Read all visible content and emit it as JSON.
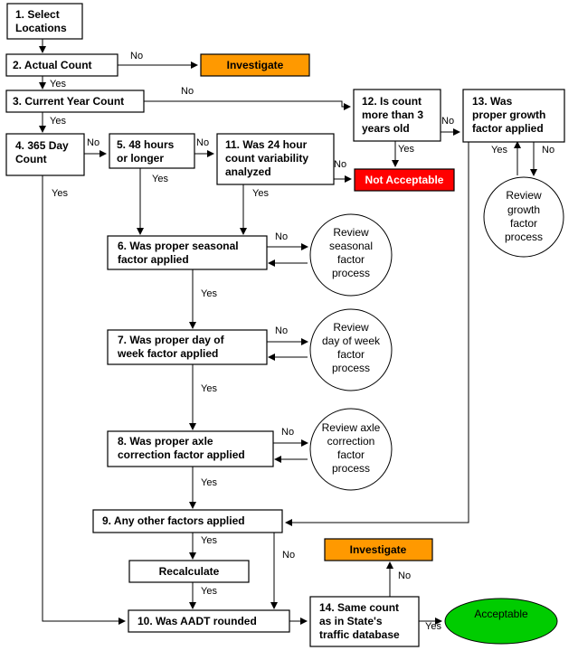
{
  "nodes": {
    "select_locations": [
      "1. Select",
      "Locations"
    ],
    "actual_count": [
      "2. Actual Count"
    ],
    "investigate_1": [
      "Investigate"
    ],
    "current_year": [
      "3. Current Year Count"
    ],
    "more_than_3": [
      "12. Is count",
      "more than 3",
      "years old"
    ],
    "growth_factor": [
      "13. Was",
      "proper growth",
      "factor applied"
    ],
    "day_365": [
      "4. 365 Day",
      "Count"
    ],
    "hours_48": [
      "5. 48 hours",
      "or longer"
    ],
    "variability": [
      "11. Was 24 hour",
      "count variability",
      "analyzed"
    ],
    "not_acceptable": [
      "Not Acceptable"
    ],
    "review_growth": [
      "Review",
      "growth",
      "factor",
      "process"
    ],
    "seasonal": [
      "6. Was proper seasonal",
      "factor applied"
    ],
    "review_seasonal": [
      "Review",
      "seasonal",
      "factor",
      "process"
    ],
    "day_of_week": [
      "7. Was proper day of",
      "week factor applied"
    ],
    "review_dow": [
      "Review",
      "day of week",
      "factor",
      "process"
    ],
    "axle": [
      "8. Was proper axle",
      "correction factor applied"
    ],
    "review_axle": [
      "Review axle",
      "correction",
      "factor",
      "process"
    ],
    "other_factors": [
      "9. Any other factors applied"
    ],
    "investigate_2": [
      "Investigate"
    ],
    "recalculate": [
      "Recalculate"
    ],
    "aadt_rounded": [
      "10. Was AADT rounded"
    ],
    "same_count": [
      "14. Same count",
      "as in State's",
      "traffic database"
    ],
    "acceptable": [
      "Acceptable"
    ]
  },
  "edge_labels": {
    "yes": "Yes",
    "no": "No"
  },
  "colors": {
    "investigate": "#FF9900",
    "not_acceptable": "#FF0000",
    "acceptable": "#00CC00"
  }
}
